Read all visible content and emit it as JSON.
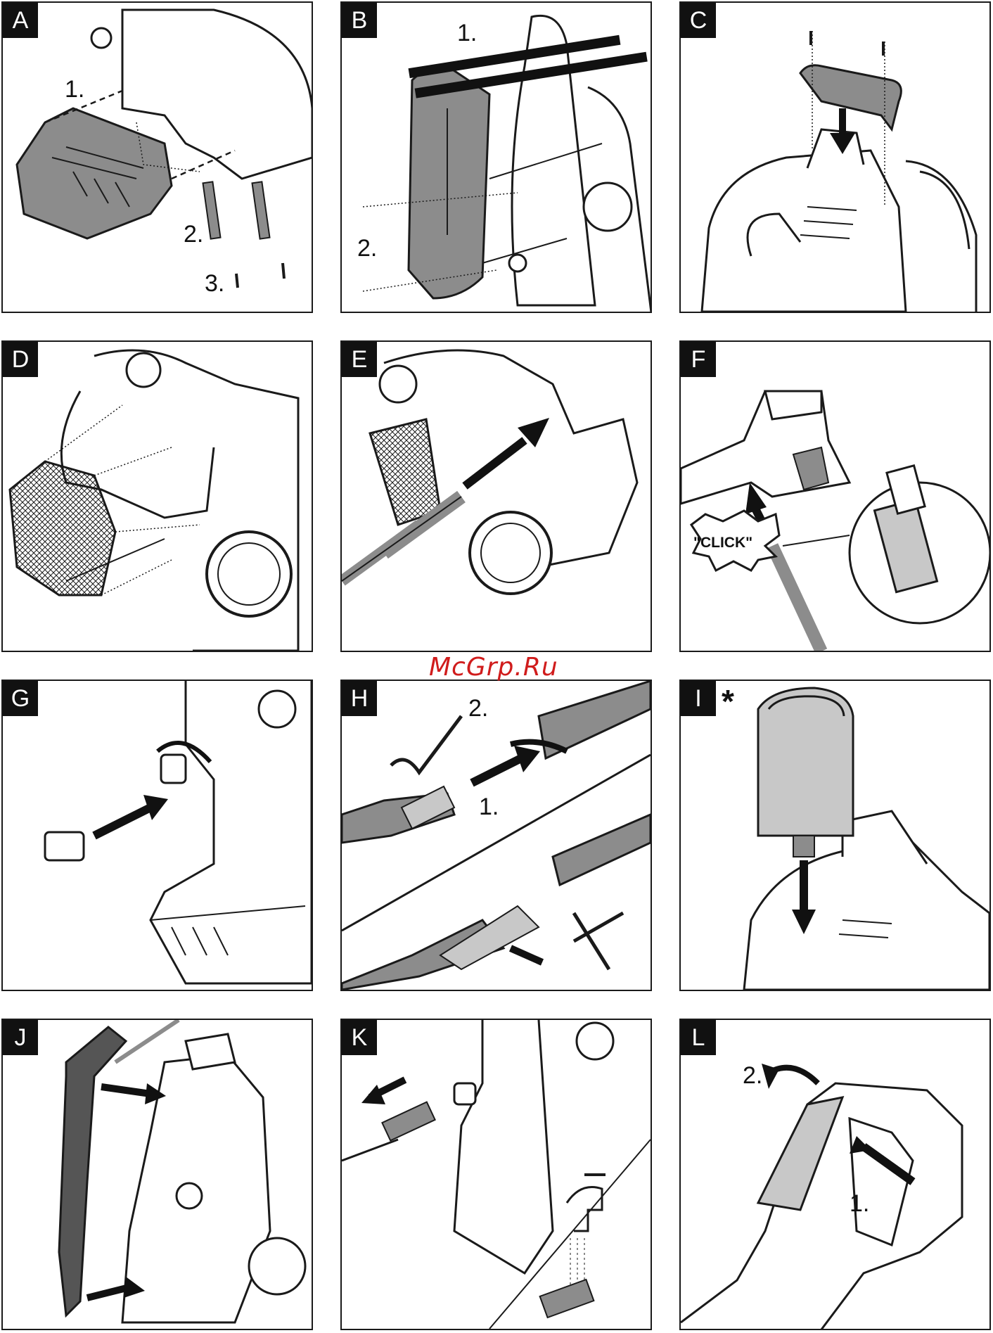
{
  "watermark": "McGrp.Ru",
  "panels": {
    "a": {
      "tag": "A",
      "steps": [
        "1.",
        "2.",
        "3."
      ]
    },
    "b": {
      "tag": "B",
      "steps": [
        "1.",
        "2."
      ]
    },
    "c": {
      "tag": "C"
    },
    "d": {
      "tag": "D"
    },
    "e": {
      "tag": "E"
    },
    "f": {
      "tag": "F",
      "click_label": "\"CLICK\""
    },
    "g": {
      "tag": "G"
    },
    "h": {
      "tag": "H",
      "steps": [
        "2.",
        "1."
      ]
    },
    "i": {
      "tag": "I",
      "mark": "*"
    },
    "j": {
      "tag": "J"
    },
    "k": {
      "tag": "K"
    },
    "l": {
      "tag": "L",
      "steps": [
        "2.",
        "1."
      ]
    }
  },
  "colors": {
    "line": "#1a1a1a",
    "part_fill": "#8c8c8c",
    "light_fill": "#c8c8c8",
    "watermark": "#d01c1c"
  }
}
